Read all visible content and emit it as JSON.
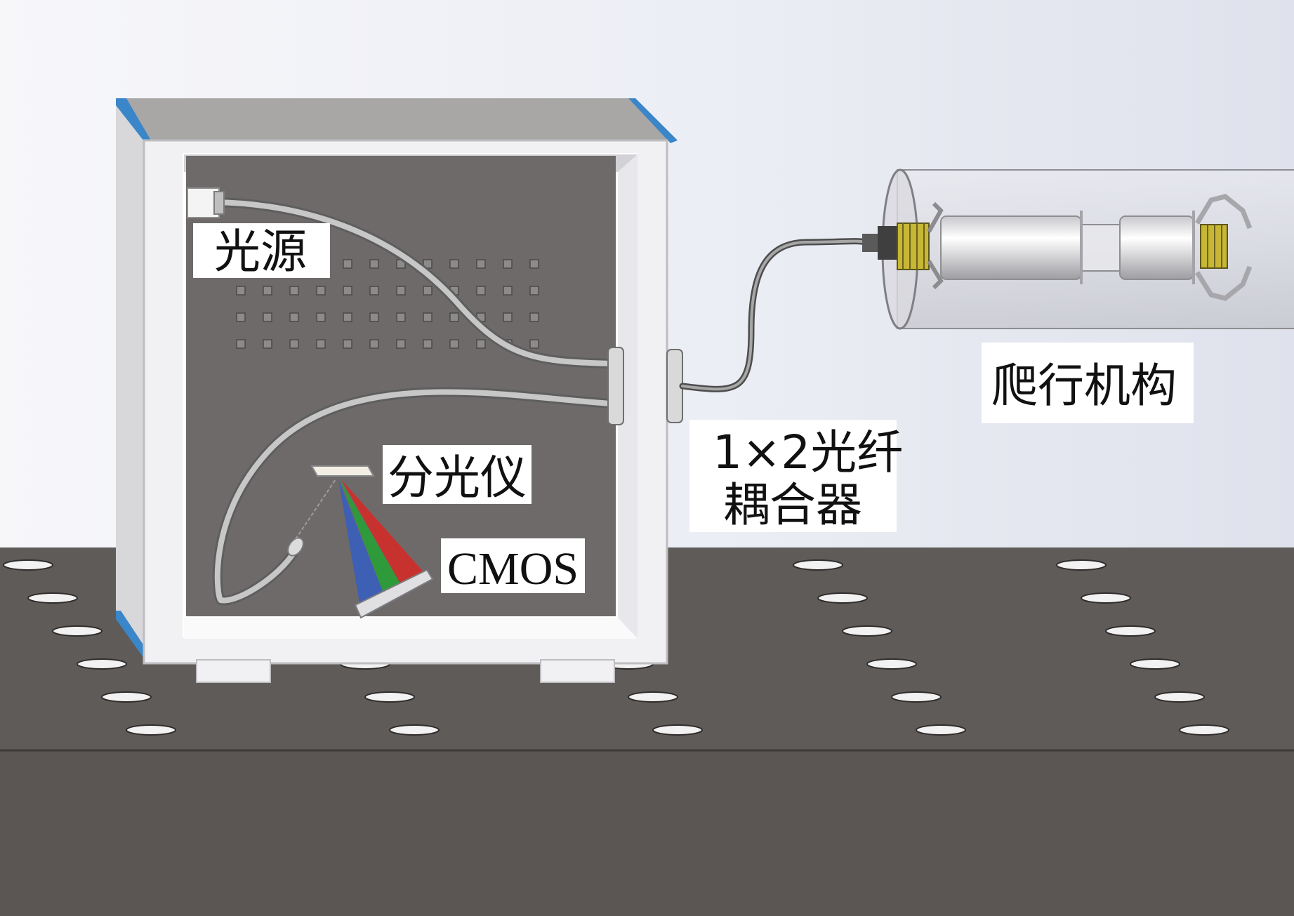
{
  "labels": {
    "light_source": "光源",
    "spectrometer": "分光仪",
    "cmos": "CMOS",
    "coupler_line1": "1×2光纤",
    "coupler_line2": "耦合器",
    "crawler": "爬行机构"
  },
  "colors": {
    "box_frame": "#f1f1f3",
    "box_back_panel": "#6e6a6a",
    "corner_trim": "#3a86c8",
    "table_top": "#5f5b59",
    "table_front": "#5b5654",
    "fiber": "#9a9a9a",
    "spectrum_blue": "#3d5fb4",
    "spectrum_green": "#2f9a3a",
    "spectrum_red": "#c8322e",
    "crawler_coil": "#c7b735"
  }
}
